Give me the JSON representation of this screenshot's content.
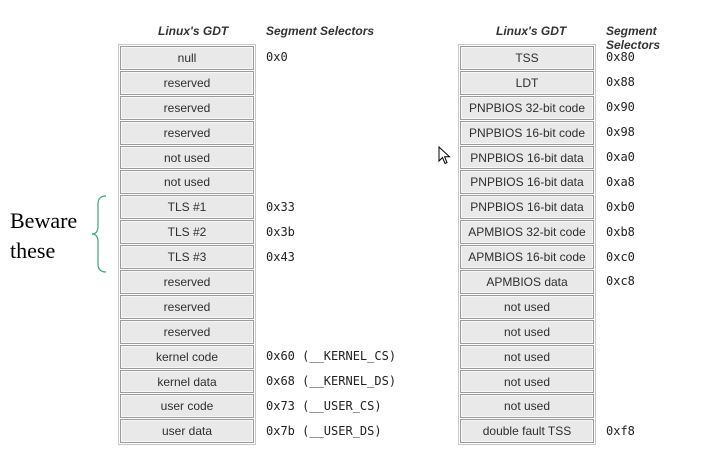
{
  "left": {
    "header_gdt": "Linux's GDT",
    "header_sel": "Segment Selectors",
    "entries": [
      "null",
      "reserved",
      "reserved",
      "reserved",
      "not used",
      "not used",
      "TLS #1",
      "TLS #2",
      "TLS #3",
      "reserved",
      "reserved",
      "reserved",
      "kernel code",
      "kernel data",
      "user code",
      "user data"
    ],
    "selectors": [
      "0x0",
      "",
      "",
      "",
      "",
      "",
      "0x33",
      "0x3b",
      "0x43",
      "",
      "",
      "",
      "0x60  (__KERNEL_CS)",
      "0x68  (__KERNEL_DS)",
      "0x73  (__USER_CS)",
      "0x7b  (__USER_DS)"
    ]
  },
  "right": {
    "header_gdt": "Linux's GDT",
    "header_sel": "Segment Selectors",
    "entries": [
      "TSS",
      "LDT",
      "PNPBIOS 32-bit code",
      "PNPBIOS 16-bit code",
      "PNPBIOS 16-bit data",
      "PNPBIOS 16-bit data",
      "PNPBIOS 16-bit data",
      "APMBIOS 32-bit code",
      "APMBIOS 16-bit code",
      "APMBIOS data",
      "not used",
      "not used",
      "not used",
      "not used",
      "not used",
      "double fault TSS"
    ],
    "selectors": [
      "0x80",
      "0x88",
      "0x90",
      "0x98",
      "0xa0",
      "0xa8",
      "0xb0",
      "0xb8",
      "0xc0",
      "0xc8",
      "",
      "",
      "",
      "",
      "",
      "0xf8"
    ]
  },
  "annotation": {
    "line1": "Beware",
    "line2": "these"
  },
  "colors": {
    "cell_fill": "#e9e9e9",
    "cell_border": "#9a9a9a",
    "brace": "#3aa87a"
  },
  "icons": {
    "cursor": "mouse-pointer-icon"
  }
}
